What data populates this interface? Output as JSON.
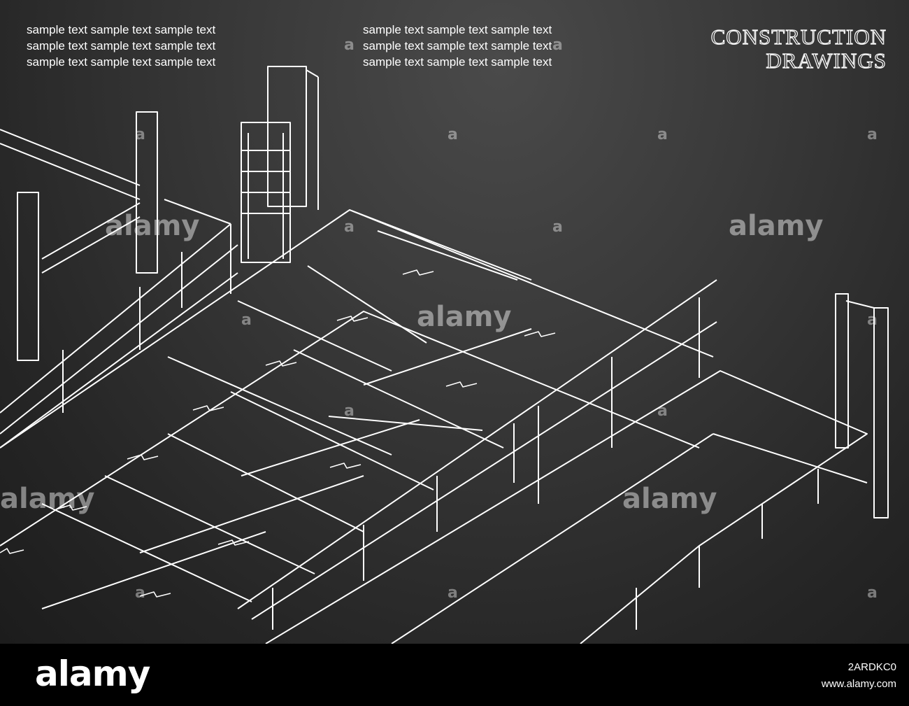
{
  "header_text": {
    "left": [
      "sample text sample text sample text",
      "sample text sample text sample text",
      "sample text sample text sample text"
    ],
    "right": [
      "sample text sample text sample text",
      "sample text sample text sample text",
      "sample text sample text sample text"
    ]
  },
  "title": {
    "line1": "CONSTRUCTION",
    "line2": "DRAWINGS"
  },
  "watermark": {
    "brand": "alamy",
    "letter": "a"
  },
  "footer": {
    "brand": "alamy",
    "image_id": "2ARDKC0",
    "site": "www.alamy.com"
  },
  "colors": {
    "background": "#2e2e2e",
    "lines": "#ffffff",
    "footer": "#000000"
  }
}
